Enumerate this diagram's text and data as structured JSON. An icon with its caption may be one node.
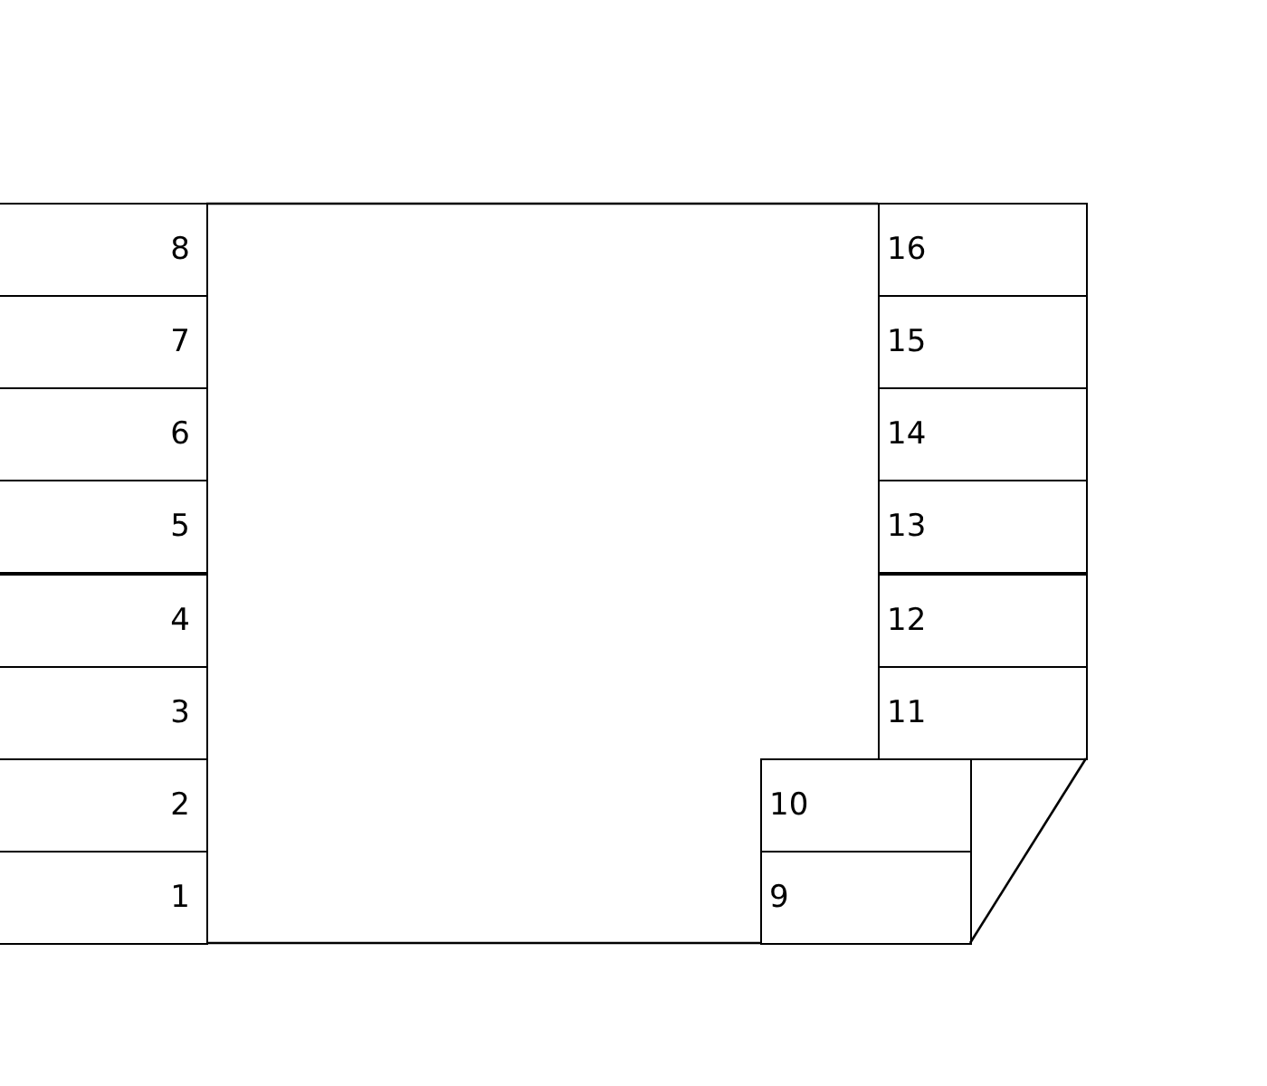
{
  "diagram": {
    "nodes": [
      {
        "text": [
          "8"
        ]
      },
      {
        "text": [
          "16"
        ]
      },
      {
        "text": [
          "7"
        ]
      },
      {
        "text": [
          "15"
        ]
      },
      {
        "text": [
          "6"
        ]
      },
      {
        "text": [
          "14"
        ]
      },
      {
        "text": [
          "5"
        ]
      },
      {
        "text": [
          "13"
        ]
      },
      {
        "text": [
          "4"
        ]
      },
      {
        "text": [
          "12"
        ]
      },
      {
        "text": [
          "3"
        ]
      },
      {
        "text": [
          "11"
        ]
      },
      {
        "text": [
          "2"
        ]
      },
      {
        "text": [
          "10"
        ]
      },
      {
        "text": [
          "1"
        ]
      },
      {
        "text": [
          "9"
        ]
      }
    ]
  }
}
